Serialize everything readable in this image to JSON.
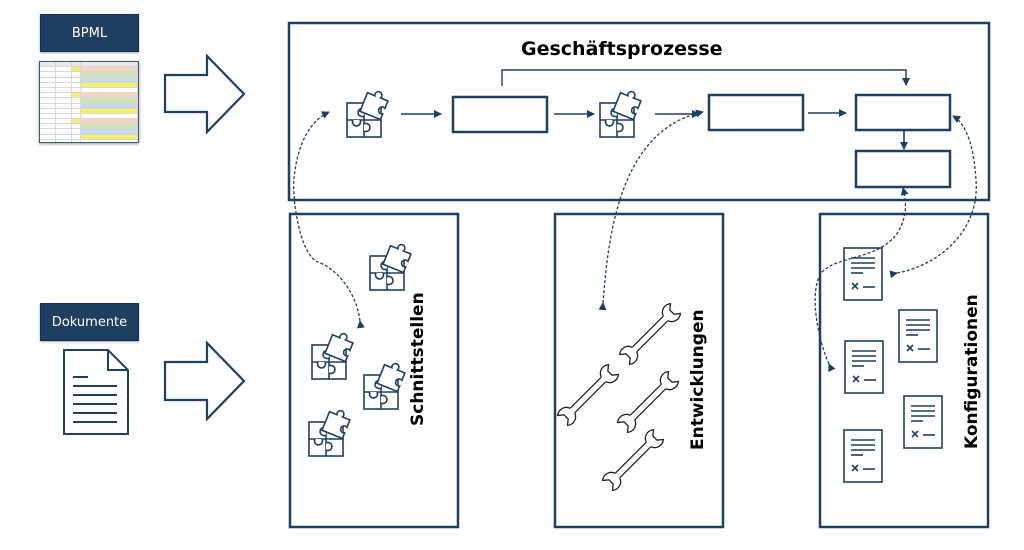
{
  "inputs": {
    "bpml": {
      "label": "BPML",
      "icon": "spreadsheet-thumbnail-icon"
    },
    "dokumente": {
      "label": "Dokumente",
      "icon": "document-icon"
    }
  },
  "colors": {
    "primary": "#1f3f62",
    "label_text": "#ffffff",
    "text": "#000000",
    "background": "#ffffff",
    "thumb_yellow": "#f5f06a",
    "thumb_peach": "#f6d3c2",
    "thumb_green": "#cfe3b8",
    "thumb_blue": "#c9d8ea"
  },
  "process": {
    "title": "Geschäftsprozesse",
    "flow": [
      {
        "type": "puzzle",
        "icon": "puzzle-icon"
      },
      {
        "type": "step-box"
      },
      {
        "type": "puzzle",
        "icon": "puzzle-icon"
      },
      {
        "type": "step-box"
      },
      {
        "type": "step-box"
      },
      {
        "type": "step-box"
      }
    ]
  },
  "panels": [
    {
      "id": "schnittstellen",
      "label": "Schnittstellen",
      "icon": "puzzle-icon",
      "icon_count": 4
    },
    {
      "id": "entwicklungen",
      "label": "Entwicklungen",
      "icon": "wrench-icon",
      "icon_count": 4
    },
    {
      "id": "konfigurationen",
      "label": "Konfigurationen",
      "icon": "config-sheet-icon",
      "icon_count": 5
    }
  ],
  "thumbnail_rows": [
    [
      "h",
      "h",
      "h",
      "h"
    ],
    [
      "w",
      "w",
      "y",
      "p"
    ],
    [
      "w",
      "w",
      "w",
      "g"
    ],
    [
      "w",
      "w",
      "w",
      "b"
    ],
    [
      "w",
      "w",
      "w",
      "y"
    ],
    [
      "w",
      "w",
      "w",
      "w"
    ],
    [
      "w",
      "w",
      "y",
      "p"
    ],
    [
      "w",
      "w",
      "w",
      "g"
    ],
    [
      "w",
      "w",
      "w",
      "b"
    ],
    [
      "w",
      "w",
      "w",
      "y"
    ],
    [
      "w",
      "w",
      "w",
      "w"
    ],
    [
      "w",
      "w",
      "y",
      "p"
    ],
    [
      "w",
      "w",
      "w",
      "g"
    ],
    [
      "w",
      "w",
      "w",
      "b"
    ],
    [
      "w",
      "w",
      "w",
      "y"
    ],
    [
      "w",
      "w",
      "w",
      "w"
    ],
    [
      "w",
      "w",
      "y",
      "p"
    ],
    [
      "w",
      "w",
      "w",
      "g"
    ]
  ]
}
